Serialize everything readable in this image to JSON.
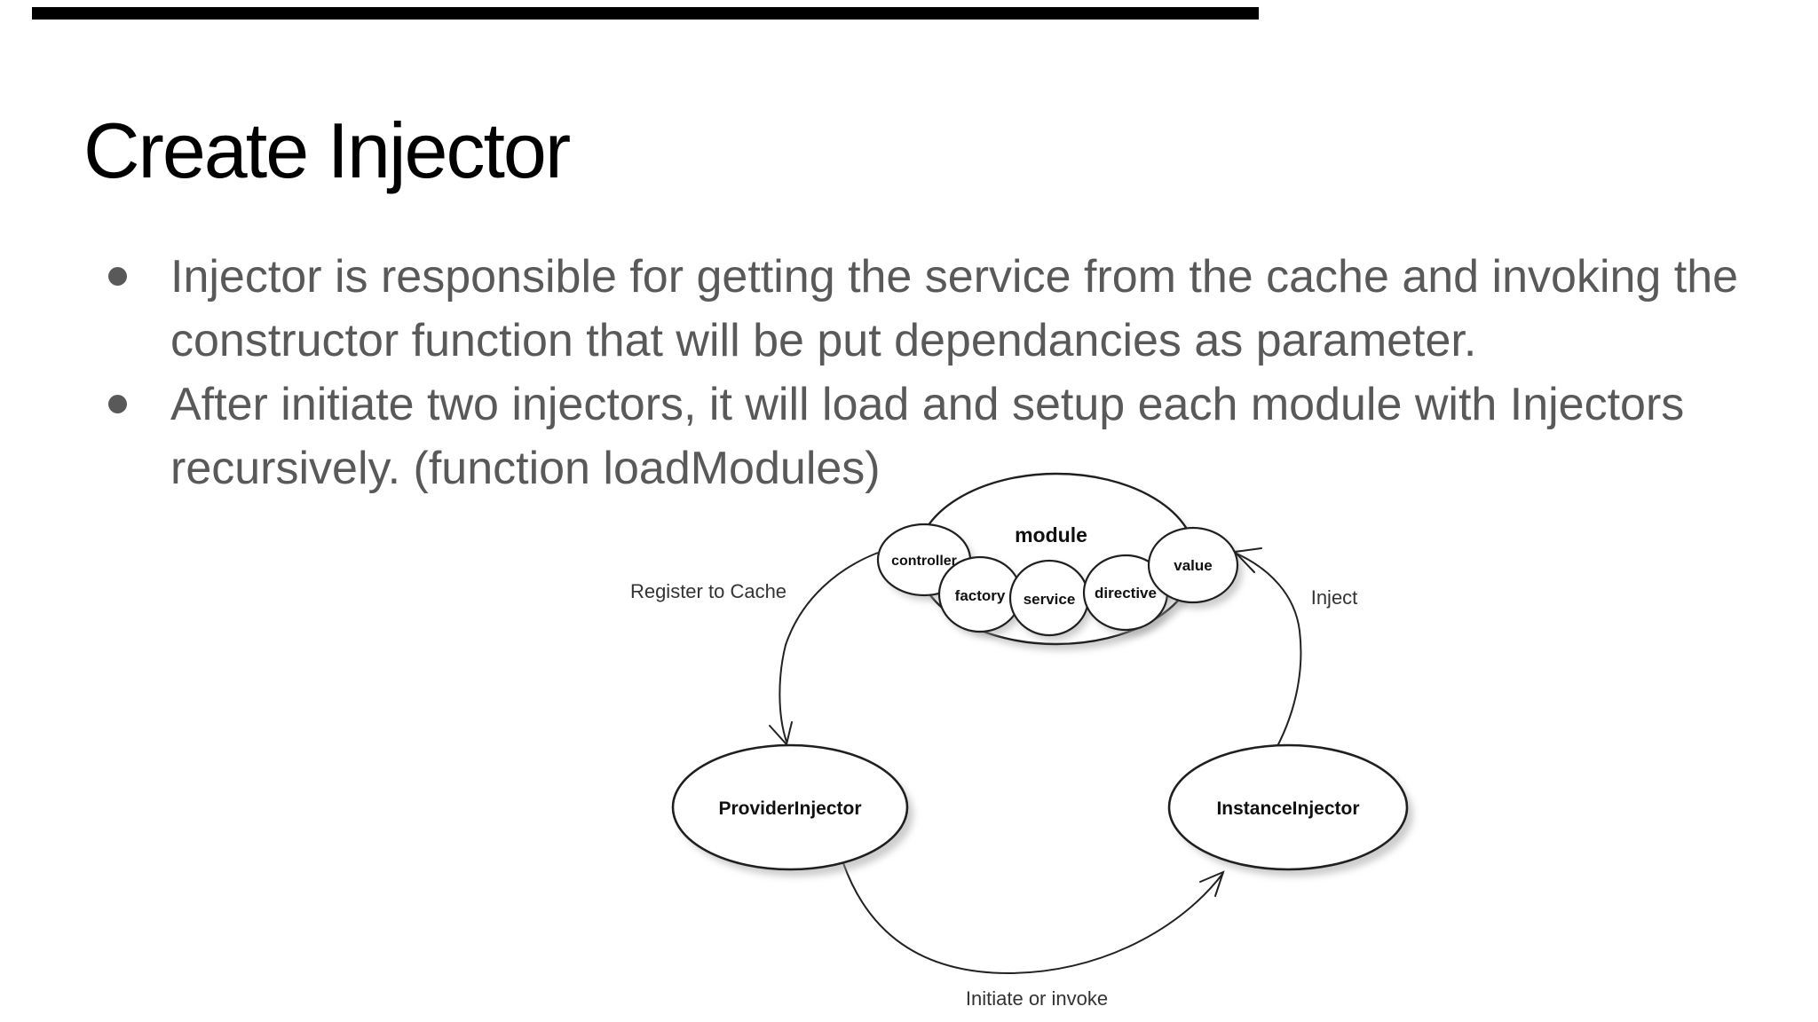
{
  "slide": {
    "title": "Create Injector",
    "bullets": [
      {
        "lines": [
          "Injector is responsible for getting the service from the cache and invoking the",
          "constructor function that will be put dependancies as parameter."
        ]
      },
      {
        "lines": [
          "After initiate two injectors, it will load and setup each module with Injectors",
          "recursively. (function loadModules)"
        ]
      }
    ]
  },
  "diagram": {
    "module_label": "module",
    "components": [
      "controller",
      "factory",
      "service",
      "directive",
      "value"
    ],
    "injectors": [
      "ProviderInjector",
      "InstanceInjector"
    ],
    "edges": {
      "register": "Register to Cache",
      "inject": "Inject",
      "invoke": "Initiate or invoke"
    }
  },
  "colors": {
    "background": "#ffffff",
    "top_bar": "#000000",
    "title": "#000000",
    "body_text": "#595959",
    "diagram_stroke": "#1f1f1f",
    "diagram_edge_label": "#333333"
  }
}
